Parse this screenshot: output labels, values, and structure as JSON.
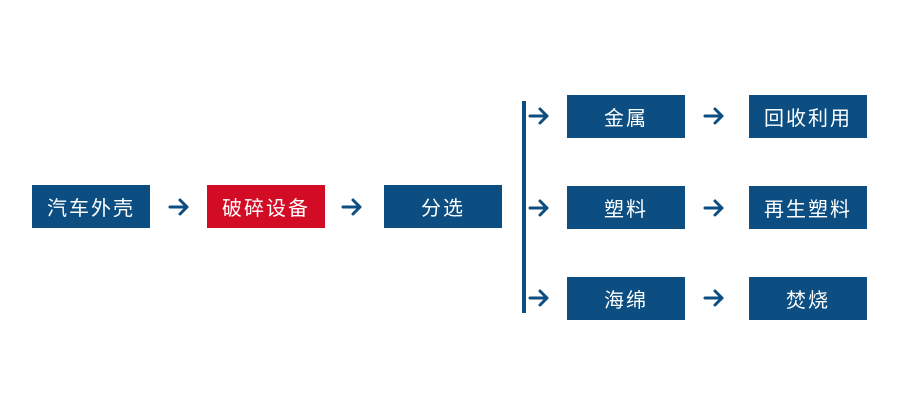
{
  "flow": {
    "source": "汽车外壳",
    "process": "破碎设备",
    "sort": "分选"
  },
  "branches": [
    {
      "material": "金属",
      "outcome": "回收利用"
    },
    {
      "material": "塑料",
      "outcome": "再生塑料"
    },
    {
      "material": "海绵",
      "outcome": "焚烧"
    }
  ],
  "colors": {
    "primary": "#0c4e81",
    "accent": "#d20c25",
    "text": "#ffffff"
  },
  "icons": {
    "arrow": "arrow-right-icon"
  }
}
